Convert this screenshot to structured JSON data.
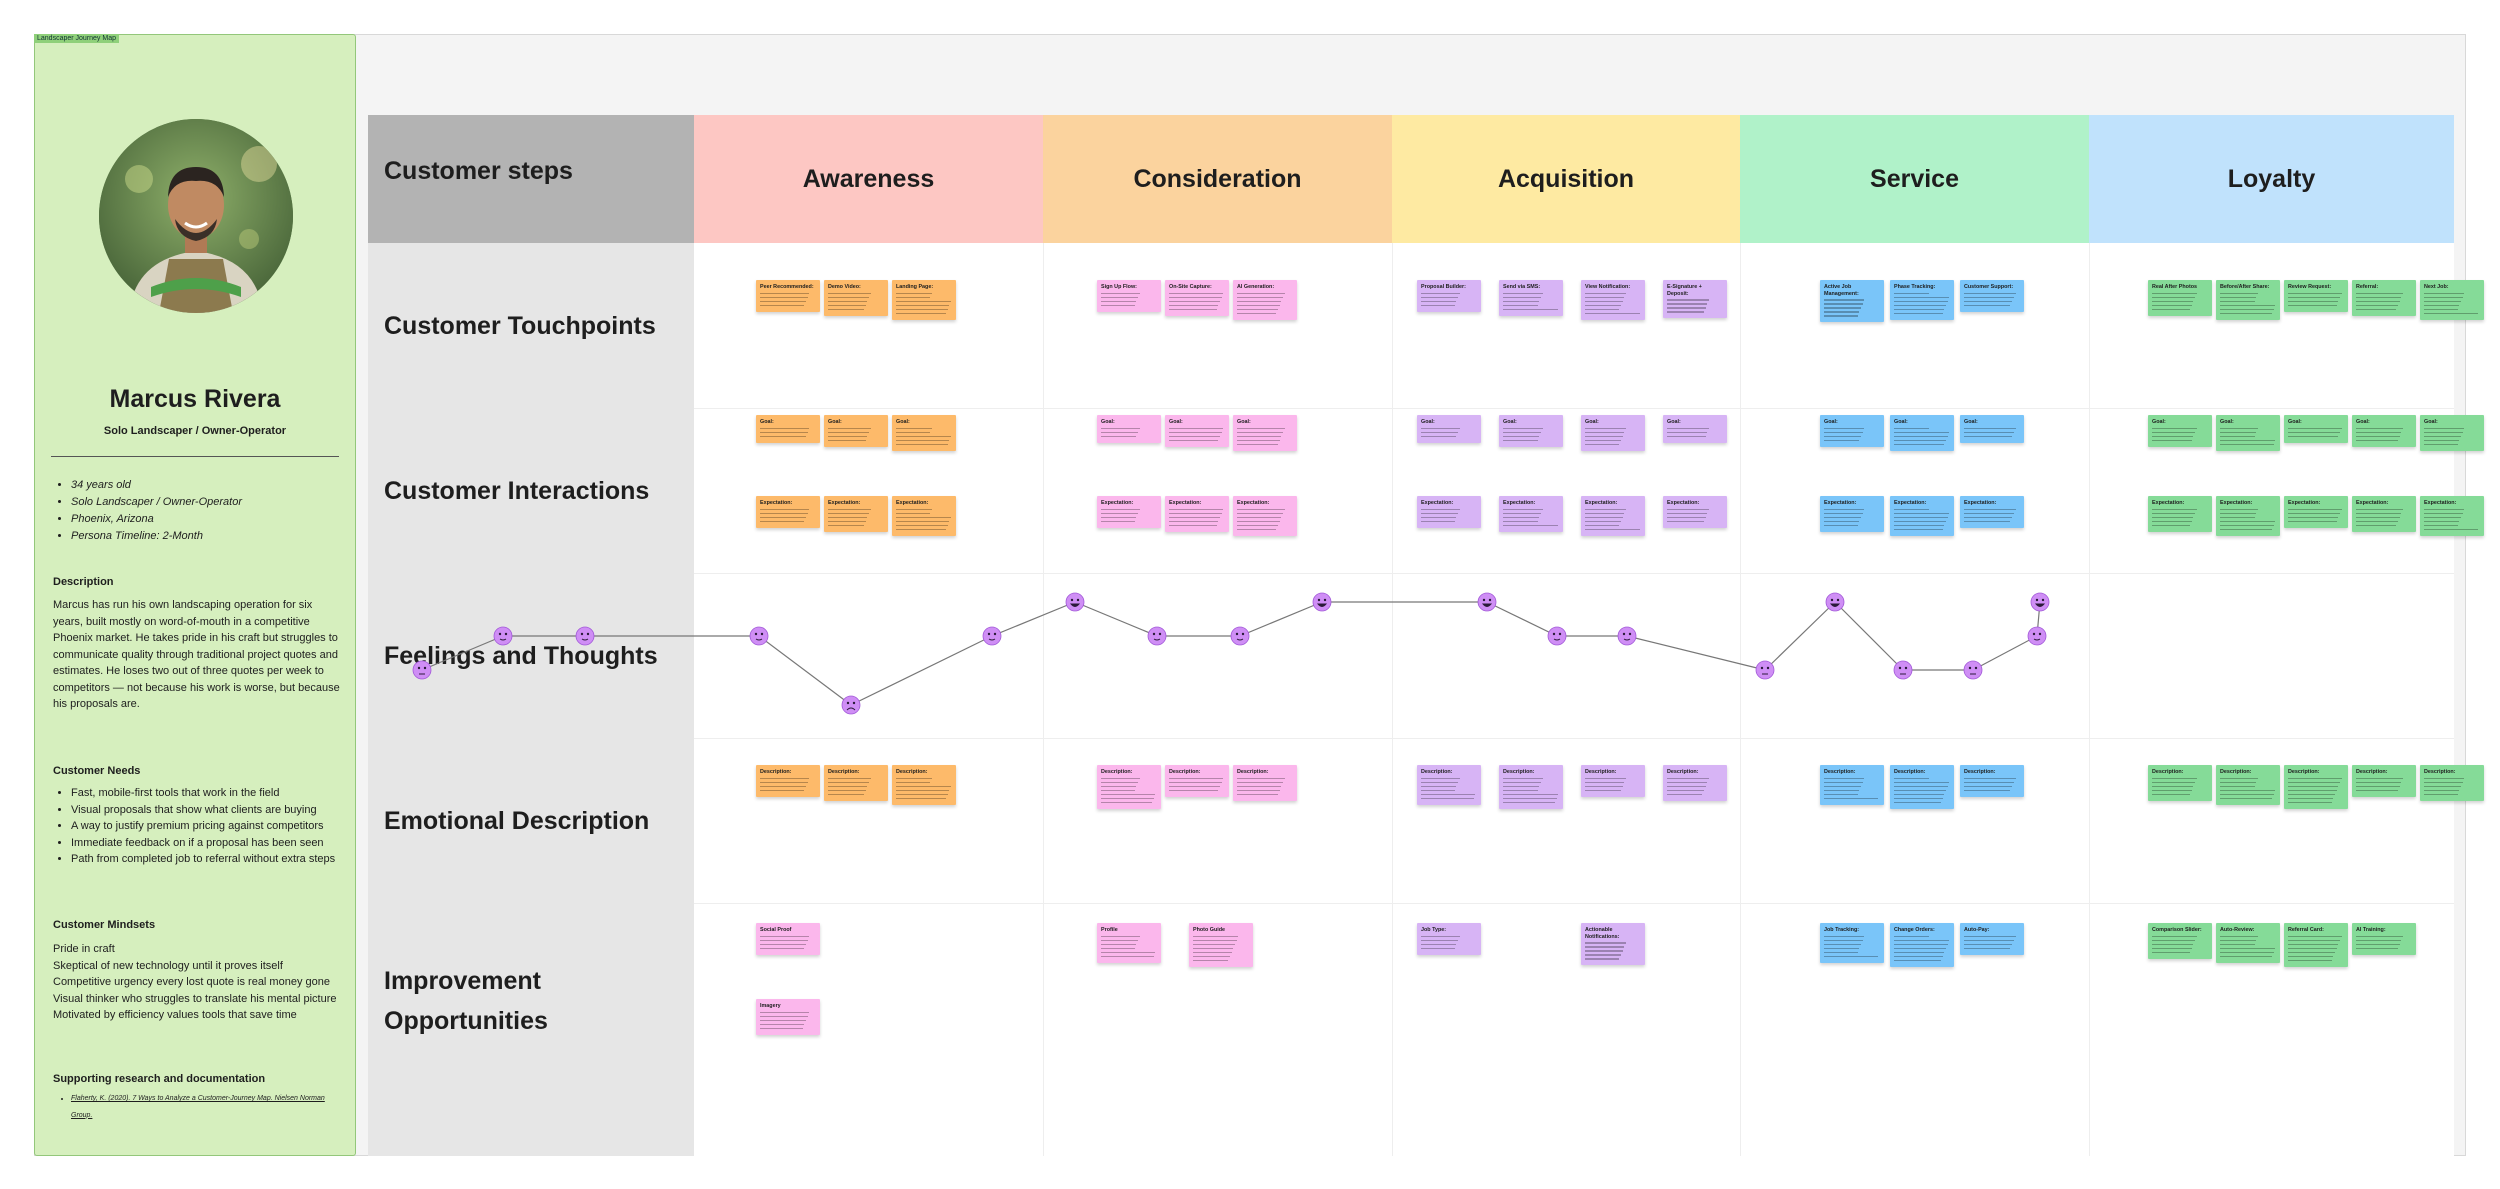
{
  "frame_tag": "Landscaper Journey Map",
  "persona": {
    "name": "Marcus Rivera",
    "role": "Solo Landscaper / Owner-Operator",
    "facts": [
      "34 years old",
      "Solo Landscaper / Owner-Operator",
      "Phoenix, Arizona",
      "Persona Timeline: 2-Month"
    ],
    "description_heading": "Description",
    "description": "Marcus has run his own landscaping operation for six years, built mostly on word-of-mouth in a competitive Phoenix market. He takes pride in his craft but struggles to communicate quality through traditional project quotes and estimates. He loses two out of three quotes per week to competitors — not because his work is worse, but because his proposals are.",
    "needs_heading": "Customer Needs",
    "needs": [
      "Fast, mobile-first tools that work in the field",
      "Visual proposals that show what clients are buying",
      "A way to justify premium pricing against competitors",
      "Immediate feedback on if a proposal has been seen",
      "Path from completed job to referral without extra steps"
    ],
    "mindsets_heading": "Customer Mindsets",
    "mindsets": [
      "Pride in craft",
      "Skeptical of new technology until it proves itself",
      "Competitive urgency every lost quote is real money gone",
      "Visual thinker who struggles to translate his mental picture",
      "Motivated by efficiency values tools that save time"
    ],
    "research_heading": "Supporting research and documentation",
    "research": "Flaherty, K. (2020). 7 Ways to Analyze a Customer-Journey Map. Nielsen Norman Group."
  },
  "stages": [
    {
      "label": "Awareness",
      "color": "#fdc7c3"
    },
    {
      "label": "Consideration",
      "color": "#fbd39e"
    },
    {
      "label": "Acquisition",
      "color": "#feeaa2"
    },
    {
      "label": "Service",
      "color": "#b0f2c9"
    },
    {
      "label": "Loyalty",
      "color": "#c0e2fc"
    }
  ],
  "rows": {
    "header": "Customer steps",
    "touchpoints": "Customer Touchpoints",
    "interactions": "Customer Interactions",
    "feelings": "Feelings and Thoughts",
    "emotional": "Emotional Description",
    "improvement": "Improvement Opportunities"
  },
  "feelings": [
    "meh",
    "neutral",
    "neutral",
    "neutral",
    "upset",
    "neutral",
    "happy",
    "neutral",
    "neutral",
    "happy",
    "happy",
    "neutral",
    "neutral",
    "meh",
    "happy",
    "meh",
    "meh",
    "neutral",
    "happy"
  ],
  "notes": {
    "touchpoints": [
      {
        "title": "Peer Recommended:",
        "color": "orange"
      },
      {
        "title": "Demo Video:",
        "color": "orange"
      },
      {
        "title": "Landing Page:",
        "color": "orange"
      },
      {
        "title": "Sign Up Flow:",
        "color": "pink"
      },
      {
        "title": "On-Site Capture:",
        "color": "pink"
      },
      {
        "title": "AI Generation:",
        "color": "pink"
      },
      {
        "title": "Proposal Builder:",
        "color": "violet"
      },
      {
        "title": "Send via SMS:",
        "color": "violet"
      },
      {
        "title": "View Notification:",
        "color": "violet"
      },
      {
        "title": "E-Signature + Deposit:",
        "color": "violet"
      },
      {
        "title": "Active Job Management:",
        "color": "blue"
      },
      {
        "title": "Phase Tracking:",
        "color": "blue"
      },
      {
        "title": "Customer Support:",
        "color": "blue"
      },
      {
        "title": "Real After Photos",
        "color": "green"
      },
      {
        "title": "Before/After Share:",
        "color": "green"
      },
      {
        "title": "Review Request:",
        "color": "green"
      },
      {
        "title": "Referral:",
        "color": "green"
      },
      {
        "title": "Next Job:",
        "color": "green"
      }
    ],
    "goals": {
      "title": "Goal:"
    },
    "expectations": {
      "title": "Expectation:"
    },
    "emotional": {
      "title": "Description:"
    },
    "improvement": [
      {
        "title": "Social Proof",
        "color": "pink"
      },
      {
        "title": "Imagery",
        "color": "pink"
      },
      {
        "title": "Profile",
        "color": "pink"
      },
      {
        "title": "Photo Guide",
        "color": "pink"
      },
      {
        "title": "Job Type:",
        "color": "violet"
      },
      {
        "title": "Actionable Notifications:",
        "color": "violet"
      },
      {
        "title": "Job Tracking:",
        "color": "blue"
      },
      {
        "title": "Change Orders:",
        "color": "blue"
      },
      {
        "title": "Auto-Pay:",
        "color": "blue"
      },
      {
        "title": "Comparison Slider:",
        "color": "green"
      },
      {
        "title": "Auto-Review:",
        "color": "green"
      },
      {
        "title": "Referral Card:",
        "color": "green"
      },
      {
        "title": "AI Training:",
        "color": "green"
      }
    ]
  }
}
